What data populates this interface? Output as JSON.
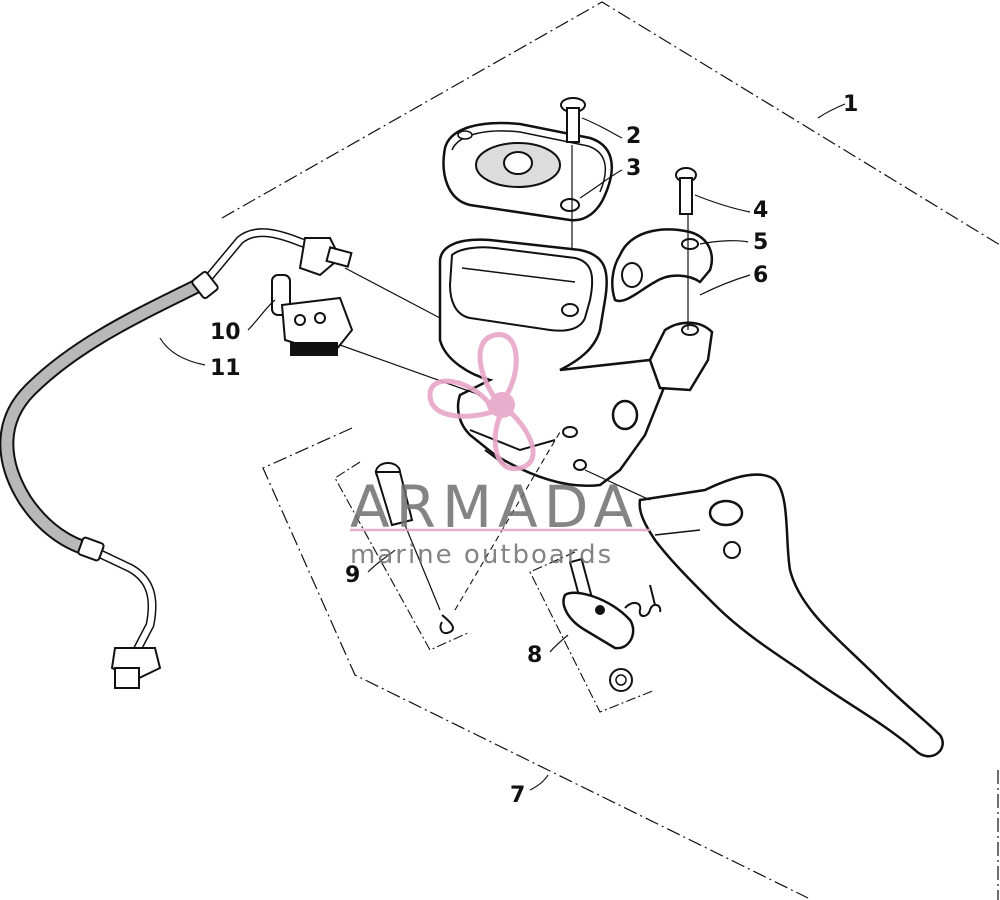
{
  "callouts": [
    {
      "id": "1",
      "label": "1"
    },
    {
      "id": "2",
      "label": "2"
    },
    {
      "id": "3",
      "label": "3"
    },
    {
      "id": "4",
      "label": "4"
    },
    {
      "id": "5",
      "label": "5"
    },
    {
      "id": "6",
      "label": "6"
    },
    {
      "id": "7",
      "label": "7"
    },
    {
      "id": "8",
      "label": "8"
    },
    {
      "id": "9",
      "label": "9"
    },
    {
      "id": "10",
      "label": "10"
    },
    {
      "id": "11",
      "label": "11"
    }
  ],
  "watermark": {
    "brand": "ARMADA",
    "tagline": "marine outboards",
    "accent_color": "#e8a6c8",
    "text_color": "#6f6f6f"
  },
  "colors": {
    "line": "#111111",
    "hose_fill": "#b8b8b8",
    "part_fill": "#e4e4e4"
  }
}
